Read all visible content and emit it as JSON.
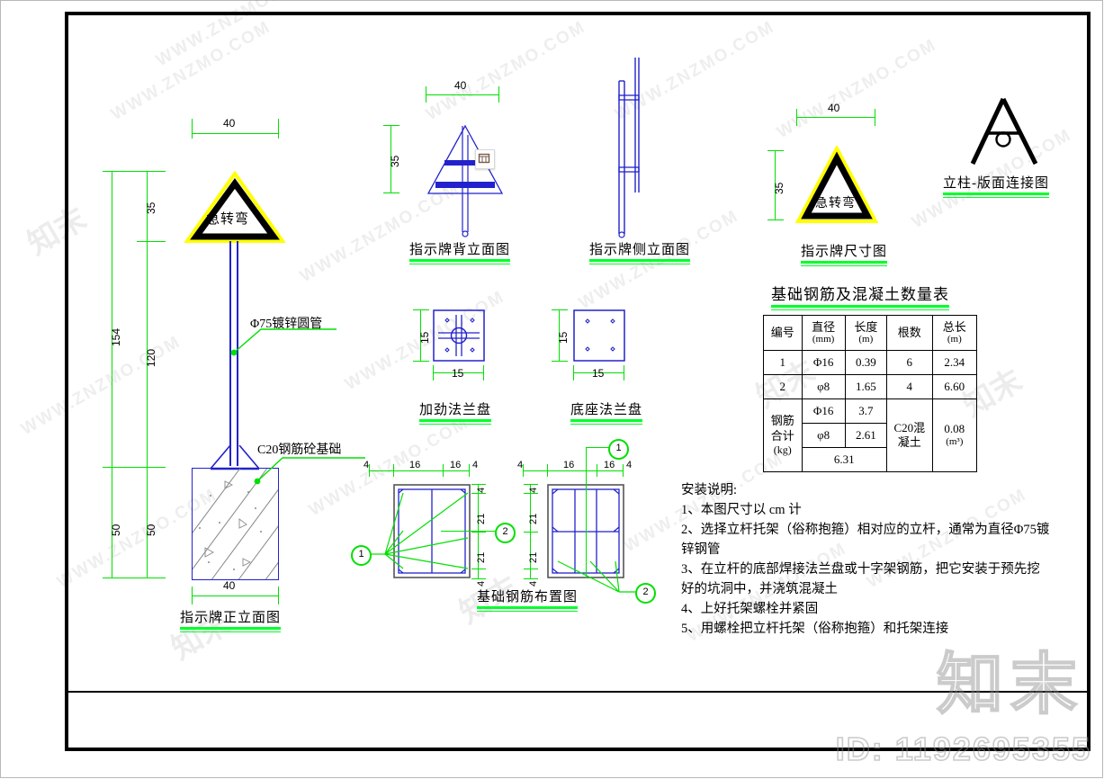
{
  "document": {
    "id_label": "ID: 1192695355",
    "watermark_brand": "知末",
    "watermark_site": "WWW.ZNZMO.COM"
  },
  "views": {
    "front_elevation": {
      "title": "指示牌正立面图",
      "sign_text": "急转弯",
      "dims": {
        "top_width": "40",
        "base_width": "40",
        "sign_height": "35",
        "post_height": "120",
        "found_depth_inner": "50",
        "found_depth_outer": "50",
        "total_height": "154"
      },
      "callouts": {
        "post": "Φ75镀锌圆管",
        "foundation": "C20钢筋砼基础"
      }
    },
    "back_elevation": {
      "title": "指示牌背立面图",
      "dims": {
        "width": "40",
        "height": "35"
      }
    },
    "side_elevation": {
      "title": "指示牌侧立面图"
    },
    "sign_dimension": {
      "title": "指示牌尺寸图",
      "sign_text": "急转弯",
      "dims": {
        "width": "40",
        "height": "35"
      }
    },
    "post_panel_connection": {
      "title": "立柱-版面连接图"
    },
    "stiffened_flange": {
      "title": "加劲法兰盘",
      "dims": {
        "width": "15",
        "height": "15"
      }
    },
    "base_flange": {
      "title": "底座法兰盘",
      "dims": {
        "width": "15",
        "height": "15"
      }
    },
    "rebar_layout": {
      "title": "基础钢筋布置图",
      "plan_dims_h": [
        "4",
        "16",
        "16",
        "4"
      ],
      "plan_dims_v": [
        "4",
        "21",
        "21",
        "4"
      ],
      "section_dims_h": [
        "4",
        "16",
        "16",
        "4"
      ],
      "section_dims_v": [
        "4",
        "21",
        "21",
        "4"
      ],
      "bubbles": [
        "1",
        "2",
        "1",
        "2"
      ]
    }
  },
  "quantity_table": {
    "title": "基础钢筋及混凝土数量表",
    "headers": [
      "编号",
      "直径\n(mm)",
      "长度\n(m)",
      "根数",
      "总长\n(m)"
    ],
    "header_cells": [
      {
        "main": "编号",
        "sub": ""
      },
      {
        "main": "直径",
        "sub": "(mm)"
      },
      {
        "main": "长度",
        "sub": "(m)"
      },
      {
        "main": "根数",
        "sub": ""
      },
      {
        "main": "总长",
        "sub": "(m)"
      }
    ],
    "rows": [
      {
        "no": "1",
        "dia": "Φ16",
        "len": "0.39",
        "count": "6",
        "total": "2.34"
      },
      {
        "no": "2",
        "dia": "φ8",
        "len": "1.65",
        "count": "4",
        "total": "6.60"
      }
    ],
    "summary": {
      "label_line1": "钢筋",
      "label_line2": "合计",
      "label_line3": "(kg)",
      "dia1": "Φ16",
      "len1": "3.7",
      "dia2": "φ8",
      "len2": "2.61",
      "total_weight": "6.31",
      "concrete_line1": "C20混",
      "concrete_line2": "凝土",
      "volume": "0.08",
      "volume_unit": "(m³)"
    }
  },
  "installation_notes": {
    "heading": "安装说明:",
    "items": [
      "1、本图尺寸以 cm 计",
      "2、选择立杆托架（俗称抱箍）相对应的立杆，通常为直径Φ75镀锌钢管",
      "3、在立杆的底部焊接法兰盘或十字架钢筋，把它安装于预先挖好的坑洞中，并浇筑混凝土",
      "4、上好托架螺栓并紧固",
      "5、用螺栓把立杆托架（俗称抱箍）和托架连接"
    ]
  },
  "colors": {
    "green": "#00e000",
    "blue": "#2222cc",
    "yellow": "#ffff00",
    "black": "#000000",
    "gray": "#8a8a8a"
  }
}
